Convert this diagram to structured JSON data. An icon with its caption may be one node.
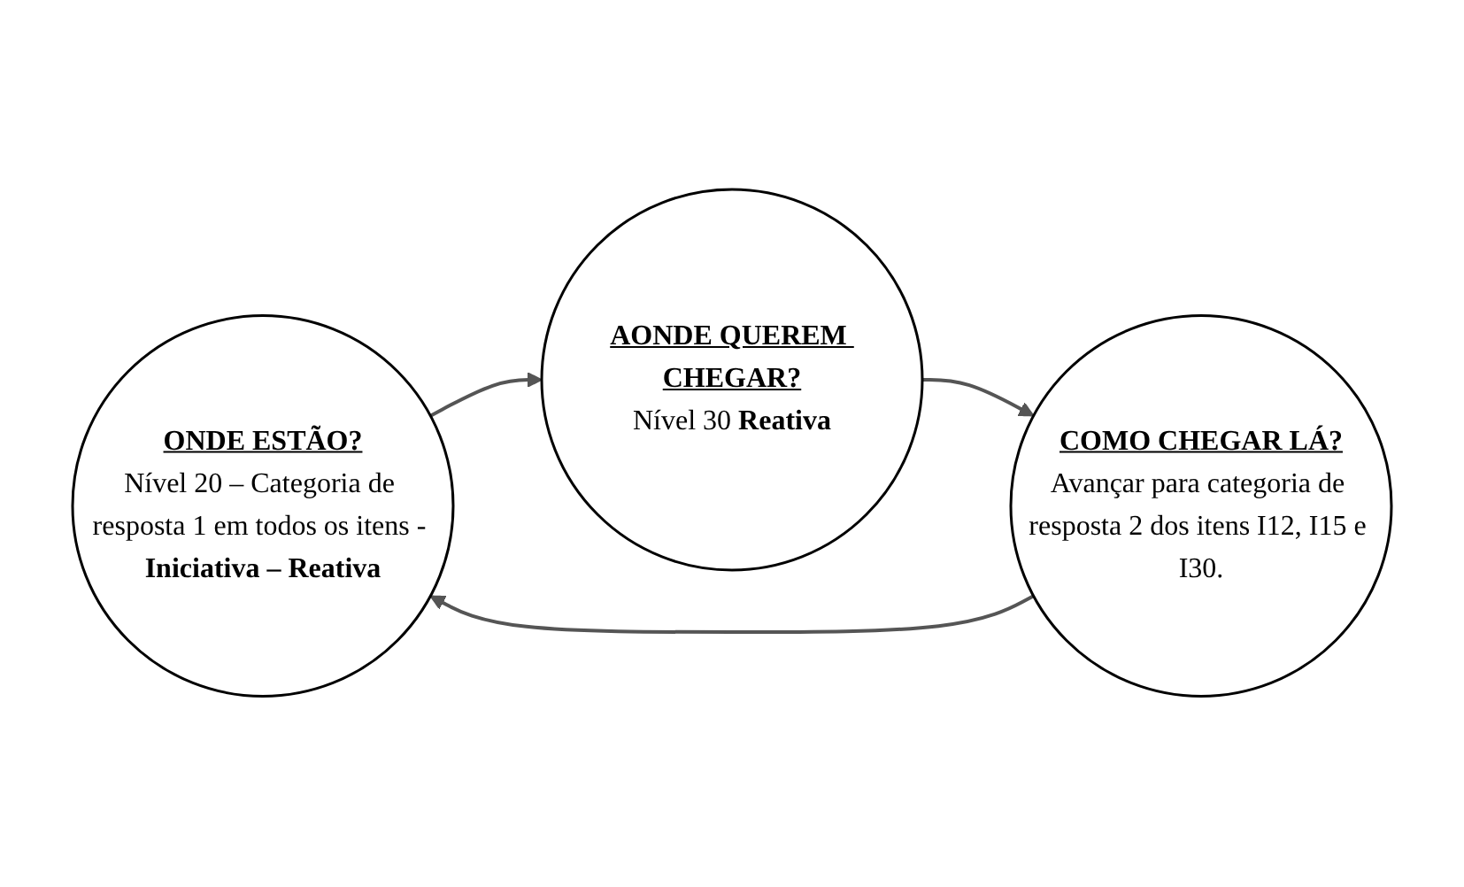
{
  "diagram": {
    "nodes": [
      {
        "text": [
          "ONDE ESTÃO?",
          "Nível 20 – Categoria de resposta 1 em todos os itens - **Iniciativa – Reativa**"
        ]
      },
      {
        "text": [
          "COMO CHEGAR LÁ?",
          "Avançar para categoria de resposta 2 dos itens I12, I15 e I30."
        ]
      },
      {
        "text": [
          "AONDE QUEREM CHEGAR?",
          "Nível 30 **Reativa**"
        ]
      }
    ],
    "edges": [
      {
        "from": 0,
        "to": 2,
        "arrow": "to"
      },
      {
        "from": 2,
        "to": 1,
        "arrow": "to"
      },
      {
        "from": 1,
        "to": 0,
        "arrow": "to"
      }
    ]
  }
}
